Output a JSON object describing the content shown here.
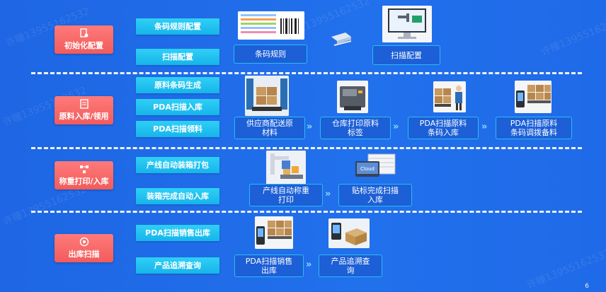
{
  "watermark": "许瞳13955162532",
  "sections": [
    {
      "category": "初始化配置",
      "steps": [
        "条码规则配置",
        "扫描配置"
      ],
      "flow": [
        "条码规则",
        "扫描配置"
      ]
    },
    {
      "category": "原料入库/领用",
      "steps": [
        "原料条码生成",
        "PDA扫描入库",
        "PDA扫描领料"
      ],
      "flow": [
        "供应商配送原\n材料",
        "仓库打印原料\n标签",
        "PDA扫描原料\n条码入库",
        "PDA扫描原料\n条码调拨备料"
      ]
    },
    {
      "category": "称重打印/入库",
      "steps": [
        "产线自动装箱打包",
        "装箱完成自动入库"
      ],
      "flow": [
        "产线自动称重\n打印",
        "贴标完成扫描\n入库"
      ]
    },
    {
      "category": "出库扫描",
      "steps": [
        "PDA扫描销售出库",
        "产品追溯查询"
      ],
      "flow": [
        "PDA扫描销售\n出库",
        "产品追溯查\n询"
      ]
    }
  ],
  "arrow_symbol": "»",
  "page_number": "6",
  "colors": {
    "background": "#1f6ae8",
    "category": "#f25b5b",
    "step": "#16b4ea",
    "box_border": "#2bbcf2"
  }
}
